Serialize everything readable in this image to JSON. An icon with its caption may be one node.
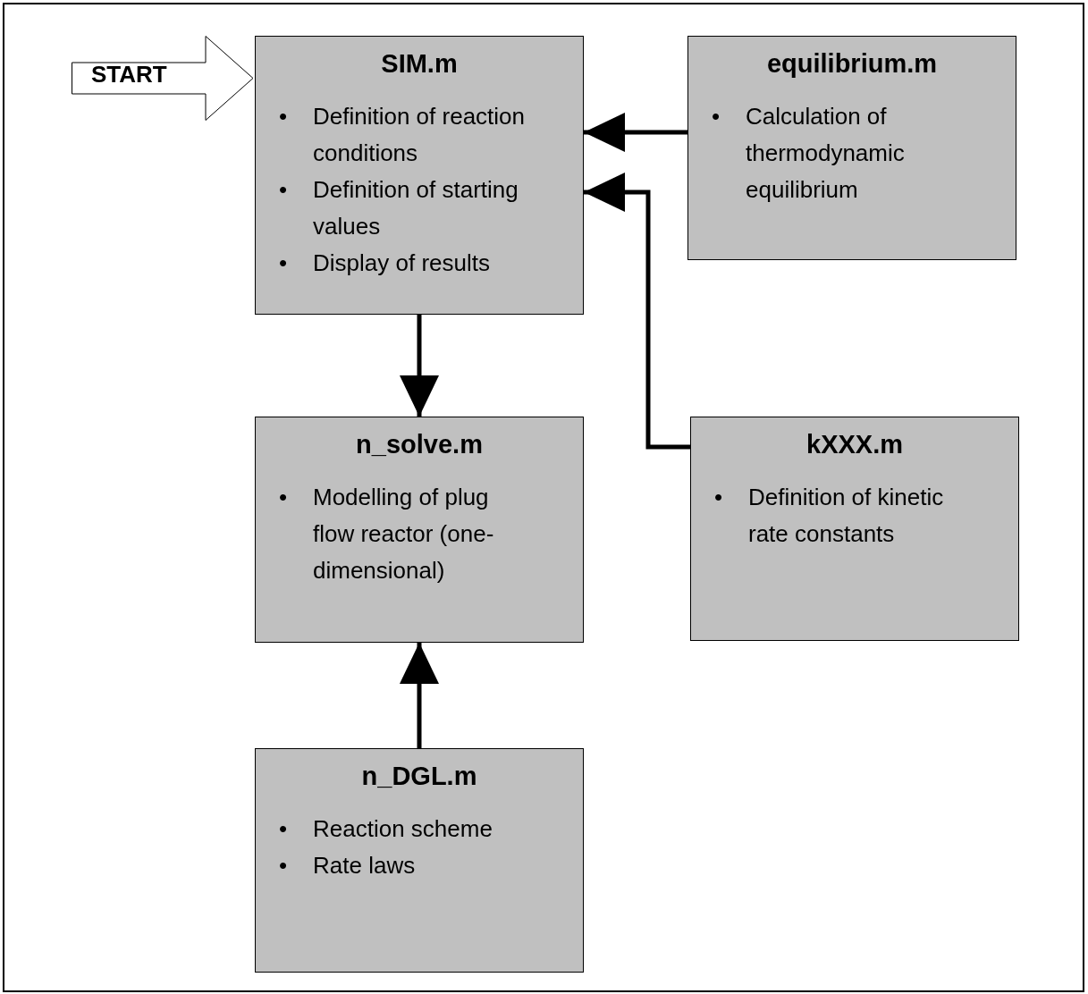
{
  "diagram": {
    "nodes": [
      {
        "text": [
          "START"
        ]
      },
      {
        "text": [
          "SIM.m",
          "• Definition of reaction conditions",
          "• Definition of starting values",
          "• Display of results"
        ]
      },
      {
        "text": [
          "equilibrium.m",
          "• Calculation of thermodynamic equilibrium"
        ]
      },
      {
        "text": [
          "n_solve.m",
          "• Modelling of plug flow reactor (one-dimensional)"
        ]
      },
      {
        "text": [
          "kXXX.m",
          "• Definition of kinetic rate constants"
        ]
      },
      {
        "text": [
          "n_DGL.m",
          "• Reaction scheme",
          "• Rate laws"
        ]
      }
    ],
    "edges": [
      {
        "from": 2,
        "to": 1,
        "arrow": "to"
      },
      {
        "from": 4,
        "to": 1,
        "arrow": "to"
      },
      {
        "from": 1,
        "to": 3,
        "arrow": "to"
      },
      {
        "from": 5,
        "to": 3,
        "arrow": "to"
      }
    ]
  }
}
